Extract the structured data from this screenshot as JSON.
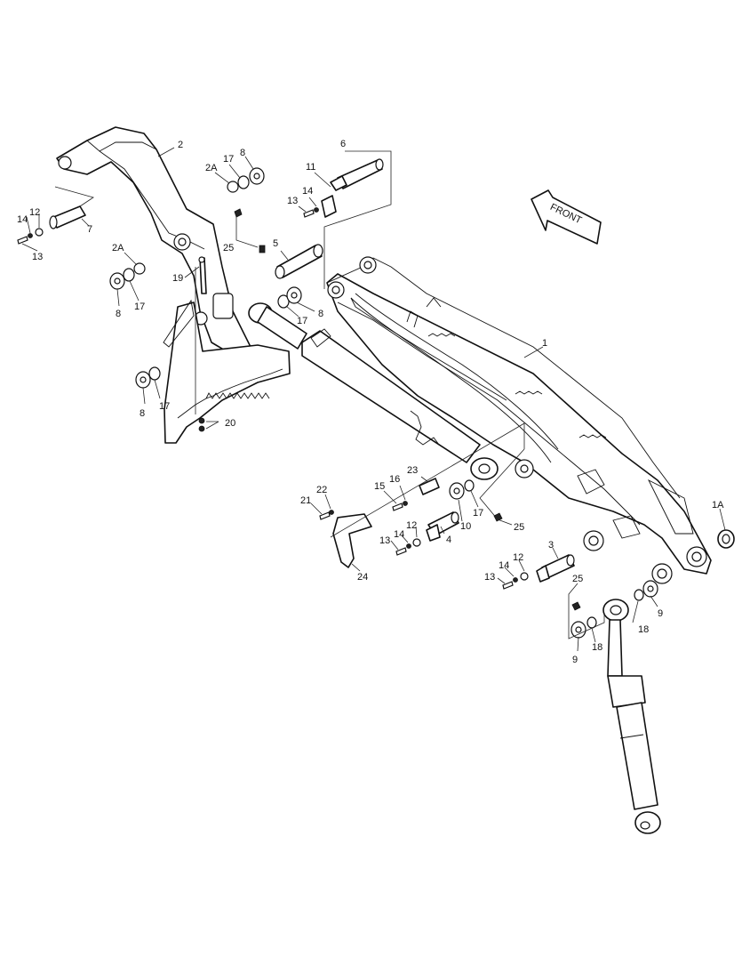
{
  "diagram": {
    "front_label": "FRONT",
    "callouts": {
      "c1": "1",
      "c1A": "1A",
      "c2": "2",
      "c2A_top": "2A",
      "c2A_mid": "2A",
      "c3": "3",
      "c4": "4",
      "c5": "5",
      "c6": "6",
      "c7": "7",
      "c8_top": "8",
      "c8_a": "8",
      "c8_b": "8",
      "c8_c": "8",
      "c9_a": "9",
      "c9_b": "9",
      "c10": "10",
      "c11": "11",
      "c12_a": "12",
      "c12_b": "12",
      "c12_c": "12",
      "c13_a": "13",
      "c13_b": "13",
      "c13_c": "13",
      "c13_d": "13",
      "c14_a": "14",
      "c14_b": "14",
      "c14_c": "14",
      "c14_d": "14",
      "c15": "15",
      "c16": "16",
      "c17_top": "17",
      "c17_a": "17",
      "c17_b": "17",
      "c17_c": "17",
      "c17_d": "17",
      "c18_a": "18",
      "c18_b": "18",
      "c19": "19",
      "c20": "20",
      "c21": "21",
      "c22": "22",
      "c23": "23",
      "c24": "24",
      "c25_a": "25",
      "c25_b": "25",
      "c25_c": "25"
    }
  }
}
